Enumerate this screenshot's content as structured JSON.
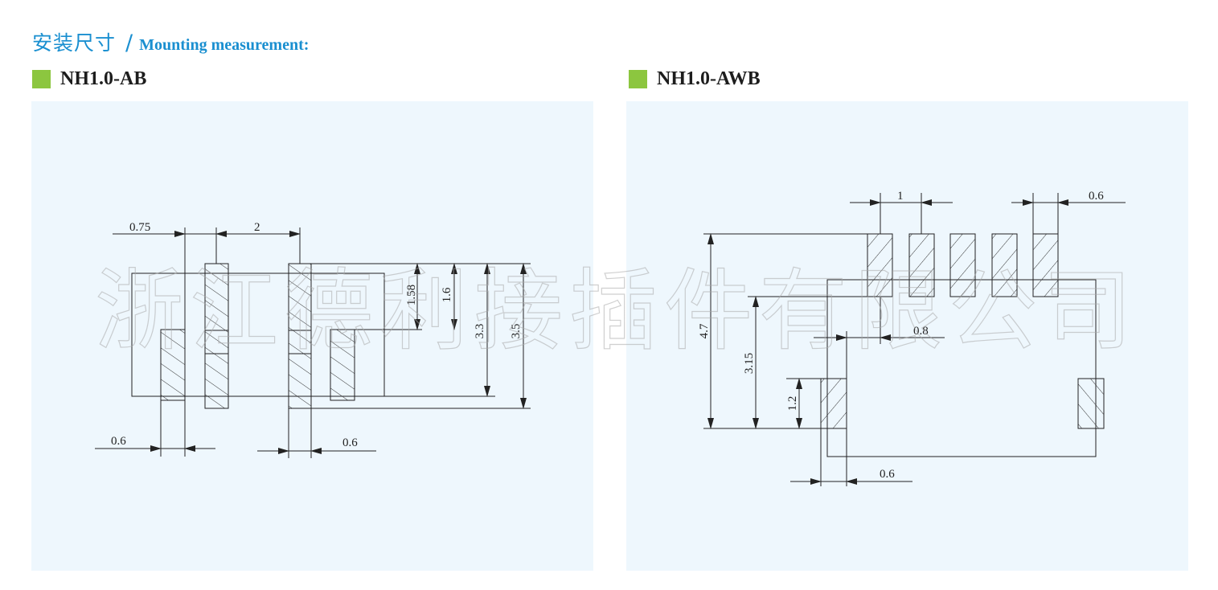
{
  "heading": {
    "cn": "安装尺寸",
    "slash": "/",
    "en": "Mounting measurement:"
  },
  "left": {
    "title": "NH1.0-AB"
  },
  "right": {
    "title": "NH1.0-AWB"
  },
  "left_dims": {
    "top_left": "0.75",
    "top_mid": "2",
    "h1": "1.58",
    "h2": "1.6",
    "h3": "3.3",
    "h4": "3.5",
    "bottom_left": "0.6",
    "bottom_right": "0.6"
  },
  "right_dims": {
    "top_pitch": "1",
    "top_width": "0.6",
    "total_height": "4.7",
    "mid_height": "3.15",
    "pad_height": "1.2",
    "gap": "0.8",
    "bottom_width": "0.6"
  },
  "watermark": [
    "浙",
    "江",
    "德",
    "利",
    "接",
    "插",
    "件",
    "有",
    "限",
    "公",
    "司"
  ],
  "colors": {
    "accent": "#1a8fd0",
    "square": "#8cc63f",
    "panel": "#eef7fd",
    "line": "#222222"
  }
}
